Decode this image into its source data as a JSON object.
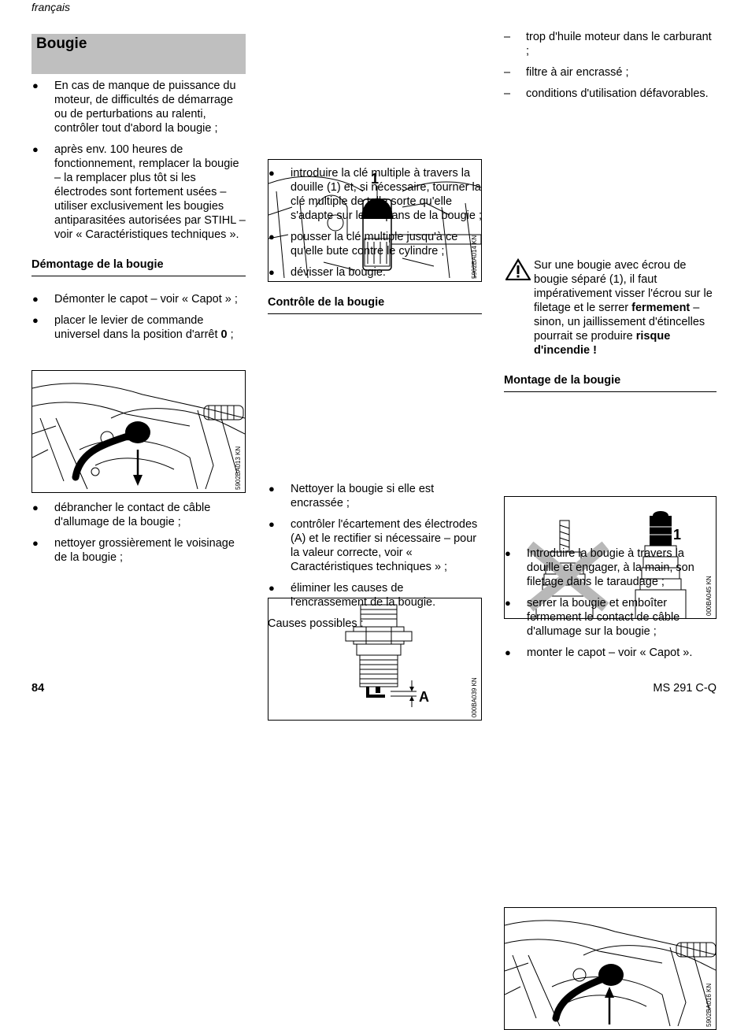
{
  "header": {
    "language": "français"
  },
  "col1": {
    "section_title": "Bougie",
    "intro_items": [
      "En cas de manque de puissance du moteur, de difficultés de démarrage ou de perturbations au ralenti, contrôler tout d'abord la bougie ;",
      "après env. 100 heures de fonctionnement, remplacer la bougie – la remplacer plus tôt si les électrodes sont fortement usées – utiliser exclusivement les bougies antiparasitées autorisées par STIHL – voir « Caractéristiques techniques »."
    ],
    "removal_heading": "Démontage de la bougie",
    "removal_item1": "Démonter le capot – voir « Capot » ;",
    "removal_item2_text": "placer le levier de commande universel dans la position d'arrêt ",
    "removal_item2_bold": "0",
    "removal_item2_end": " ;",
    "fig1_code": "5902BA013 KN",
    "after_fig1_items": [
      "débrancher le contact de câble d'allumage de la bougie ;",
      "nettoyer grossièrement le voisinage de la bougie ;"
    ]
  },
  "col2": {
    "fig2_code": "5902BA014 KN",
    "fig2_label": "1",
    "items": [
      "introduire la clé multiple à travers la douille (1) et, si nécessaire, tourner la clé multiple de telle sorte qu'elle s'adapte sur le six-pans de la bougie ;",
      "pousser la clé multiple jusqu'à ce qu'elle bute contre le cylindre ;",
      "dévisser la bougie."
    ],
    "control_heading": "Contrôle de la bougie",
    "fig3_code": "000BA039 KN",
    "fig3_label": "A",
    "control_items": [
      "Nettoyer la bougie si elle est encrassée ;",
      "contrôler l'écartement des électrodes (A) et le rectifier si nécessaire – pour la valeur correcte, voir « Caractéristiques techniques » ;",
      "éliminer les causes de l'encrassement de la bougie."
    ],
    "causes_label": "Causes possibles :"
  },
  "col3": {
    "causes": [
      "trop d'huile moteur dans le carburant ;",
      "filtre à air encrassé ;",
      "conditions d'utilisation défavorables."
    ],
    "fig4_code": "000BA045 KN",
    "fig4_label": "1",
    "warning_part1": "Sur une bougie avec écrou de bougie séparé (1), il faut impérativement visser l'écrou sur le filetage et le serrer ",
    "warning_bold1": "fermement",
    "warning_part2": " – sinon, un jaillissement d'étincelles pourrait se produire ",
    "warning_bold2": "risque d'incendie !",
    "mounting_heading": "Montage de la bougie",
    "fig5_code": "5902BA016 KN",
    "mounting_items": [
      "Introduire la bougie à travers la douille et engager, à la main, son filetage dans le taraudage ;",
      "serrer la bougie et emboîter fermement le contact de câble d'allumage sur la bougie ;",
      "monter le capot – voir « Capot »."
    ]
  },
  "footer": {
    "page_number": "84",
    "model": "MS 291 C-Q"
  }
}
